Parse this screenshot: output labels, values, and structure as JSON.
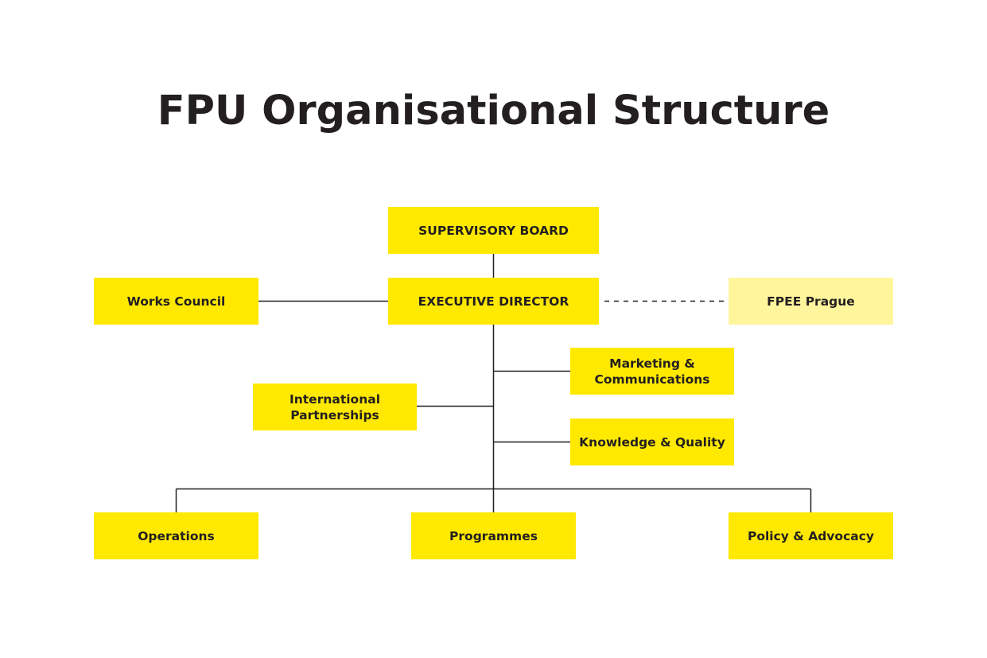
{
  "title": "FPU Organisational Structure",
  "colors": {
    "box": "#ffe900",
    "box_light": "#fff59d",
    "text": "#231f20",
    "line": "#231f20"
  },
  "nodes": {
    "supervisory_board": {
      "label": "SUPERVISORY BOARD"
    },
    "executive_director": {
      "label": "EXECUTIVE DIRECTOR"
    },
    "works_council": {
      "label": "Works Council"
    },
    "fpee_prague": {
      "label": "FPEE Prague"
    },
    "marketing": {
      "line1": "Marketing &",
      "line2": "Communications"
    },
    "international": {
      "line1": "International",
      "line2": "Partnerships"
    },
    "knowledge": {
      "label": "Knowledge & Quality"
    },
    "operations": {
      "label": "Operations"
    },
    "programmes": {
      "label": "Programmes"
    },
    "policy": {
      "label": "Policy & Advocacy"
    }
  },
  "connections": [
    {
      "from": "supervisory_board",
      "to": "executive_director",
      "style": "solid"
    },
    {
      "from": "executive_director",
      "to": "works_council",
      "style": "solid"
    },
    {
      "from": "executive_director",
      "to": "fpee_prague",
      "style": "dashed"
    },
    {
      "from": "executive_director",
      "to": "marketing",
      "style": "solid"
    },
    {
      "from": "executive_director",
      "to": "international",
      "style": "solid"
    },
    {
      "from": "executive_director",
      "to": "knowledge",
      "style": "solid"
    },
    {
      "from": "executive_director",
      "to": "operations",
      "style": "solid"
    },
    {
      "from": "executive_director",
      "to": "programmes",
      "style": "solid"
    },
    {
      "from": "executive_director",
      "to": "policy",
      "style": "solid"
    }
  ]
}
